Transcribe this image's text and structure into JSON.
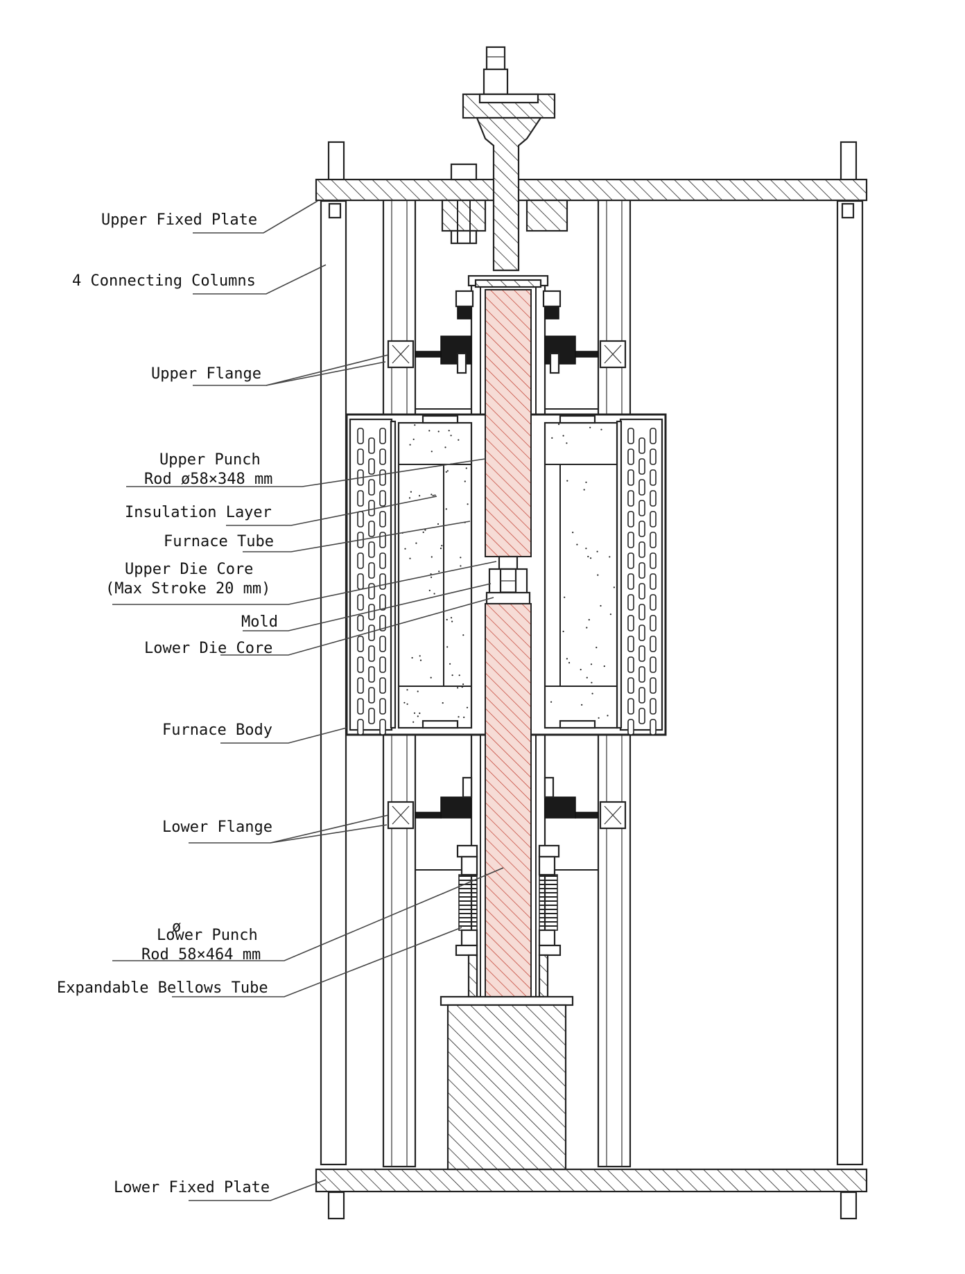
{
  "labels": {
    "upper_fixed_plate": "Upper Fixed Plate",
    "connecting_columns": "4 Connecting Columns",
    "upper_flange": "Upper Flange",
    "upper_punch_rod_1": "Upper Punch",
    "upper_punch_rod_2": "Rod ø58×348 mm",
    "insulation_layer": "Insulation Layer",
    "furnace_tube": "Furnace Tube",
    "upper_die_core_1": "Upper Die Core",
    "upper_die_core_2": "(Max Stroke 20 mm)",
    "mold": "Mold",
    "lower_die_core": "Lower Die Core",
    "furnace_body": "Furnace Body",
    "lower_flange": "Lower Flange",
    "lower_punch_rod_1": "Lower Punch",
    "lower_punch_rod_symbol": "ø",
    "lower_punch_rod_2": "Rod  58×464 mm",
    "bellows_tube": "Expandable Bellows Tube",
    "lower_fixed_plate": "Lower Fixed Plate"
  },
  "colors": {
    "line": "#222222",
    "punch_rod_hatch": "#c0392b",
    "punch_rod_fill": "#f6dcd6",
    "background": "#ffffff"
  }
}
